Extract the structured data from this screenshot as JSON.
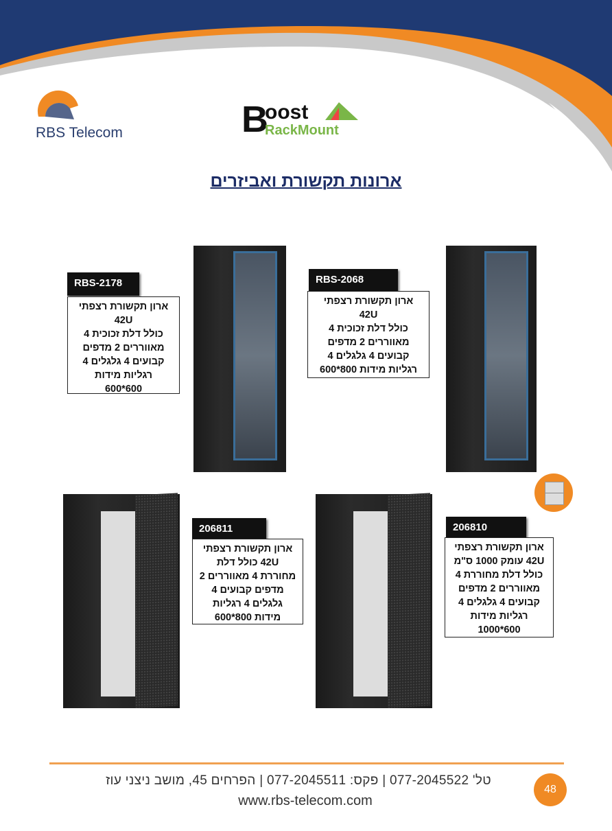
{
  "brand": {
    "company_logo_text": "RBS Telecom",
    "partner_logo_top": "oost",
    "partner_logo_initial": "B",
    "partner_logo_bottom": "RackMount"
  },
  "title": "ארונות תקשורת ואביזרים",
  "products": [
    {
      "code": "RBS-2178",
      "lines": [
        "ארון תקשורת רצפתי",
        "42U",
        "כולל דלת זכוכית 4",
        "מאווררים 2 מדפים",
        "קבועים 4 גלגלים 4",
        "רגליות מידות",
        "600*600"
      ]
    },
    {
      "code": "RBS-2068",
      "lines": [
        "ארון תקשורת רצפתי",
        "42U",
        "כולל דלת זכוכית 4",
        "מאווררים 2 מדפים",
        "קבועים 4 גלגלים 4",
        "רגליות מידות  800*600"
      ]
    },
    {
      "code": "206811",
      "lines": [
        "ארון תקשורת רצפתי",
        "42U כולל דלת",
        "מחוררת 4 מאווררים 2",
        "מדפים קבועים 4",
        "גלגלים 4 רגליות",
        "מידות  800*600"
      ]
    },
    {
      "code": "206810",
      "lines": [
        "ארון תקשורת רצפתי",
        "42U עומק 1000 ס\"מ",
        "כולל דלת מחוררת 4",
        "מאווררים 2 מדפים",
        "קבועים 4 גלגלים 4",
        "רגליות מידות",
        "600*1000"
      ]
    }
  ],
  "footer": {
    "contact": "טל' 077-2045522 | פקס: 077-2045511 | הפרחים 45, מושב ניצני עוז",
    "website": "www.rbs-telecom.com",
    "page_number": "48"
  },
  "colors": {
    "navy": "#1f3a73",
    "orange": "#f08a24",
    "gray": "#c8c8c8"
  }
}
